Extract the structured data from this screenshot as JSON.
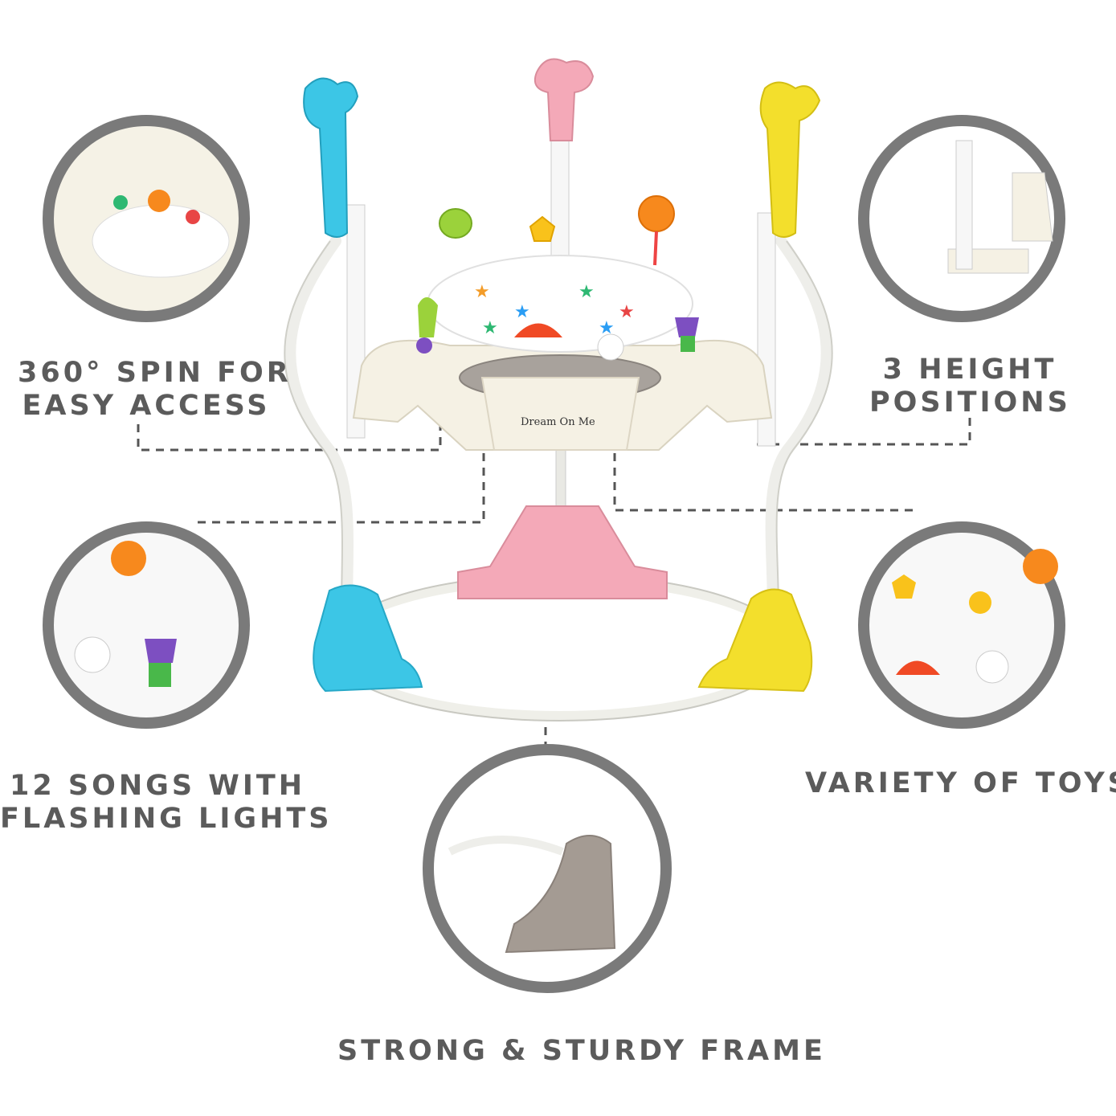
{
  "features": {
    "spin": {
      "line1": "360° SPIN FOR",
      "line2": "EASY ACCESS"
    },
    "height": {
      "line1": "3 HEIGHT",
      "line2": "POSITIONS"
    },
    "songs": {
      "line1": "12 SONGS WITH",
      "line2": "FLASHING LIGHTS"
    },
    "toys": {
      "line1": "VARIETY OF TOYS"
    },
    "frame": {
      "line1": "STRONG & STURDY FRAME"
    }
  },
  "product": {
    "brand": "Dream On Me"
  },
  "colors": {
    "label_text": "#5b5b5b",
    "circle_ring": "#7a7a7a",
    "blue": "#3cc6e6",
    "pink": "#f4a9b8",
    "yellow": "#f3df2c",
    "cream": "#f5f1e4",
    "orange": "#f7891d",
    "gray_base": "#a49b93"
  }
}
